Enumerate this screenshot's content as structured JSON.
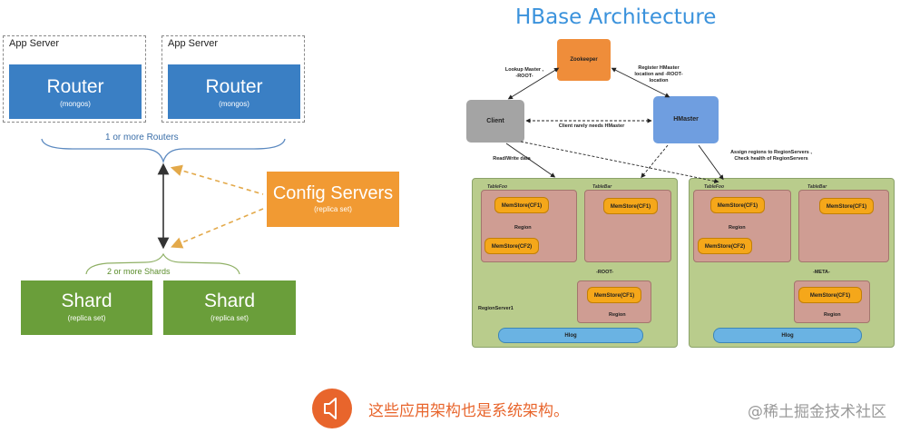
{
  "left": {
    "app_server_label": "App Server",
    "router_title": "Router",
    "router_sub": "(mongos)",
    "routers_label": "1 or more Routers",
    "config_title": "Config Servers",
    "config_sub": "(replica set)",
    "shards_label": "2 or more Shards",
    "shard_title": "Shard",
    "shard_sub": "(replica set)"
  },
  "right": {
    "title": "HBase Architecture",
    "zookeeper": "Zookeeper",
    "client": "Client",
    "hmaster": "HMaster",
    "lookup": "Lookup Master ,\n-ROOT-",
    "register": "Register HMaster\nlocation and -ROOT-\nlocation",
    "client_note": "Client rarely needs HMaster",
    "read_write": "Read/Write data",
    "assign": "Assign regions to RegionServers ,\nCheck health of RegionServers",
    "table_foo": "TableFoo",
    "table_bar": "TableBar",
    "memstore_cf1": "MemStore(CF1)",
    "memstore_cf2": "MemStore(CF2)",
    "region": "Region",
    "root_label": "-ROOT-",
    "meta_label": "-META-",
    "regionserver1": "RegionServer1",
    "hlog": "Hlog"
  },
  "footer": {
    "caption": "这些应用架构也是系统架构。",
    "watermark": "@稀土掘金技术社区"
  },
  "colors": {
    "router_blue": "#3a7fc4",
    "config_orange": "#f19a33",
    "shard_green": "#6a9e3a",
    "title_blue": "#3a92dc",
    "caption_orange": "#e8652c"
  },
  "icons": [
    "speaker-icon"
  ]
}
